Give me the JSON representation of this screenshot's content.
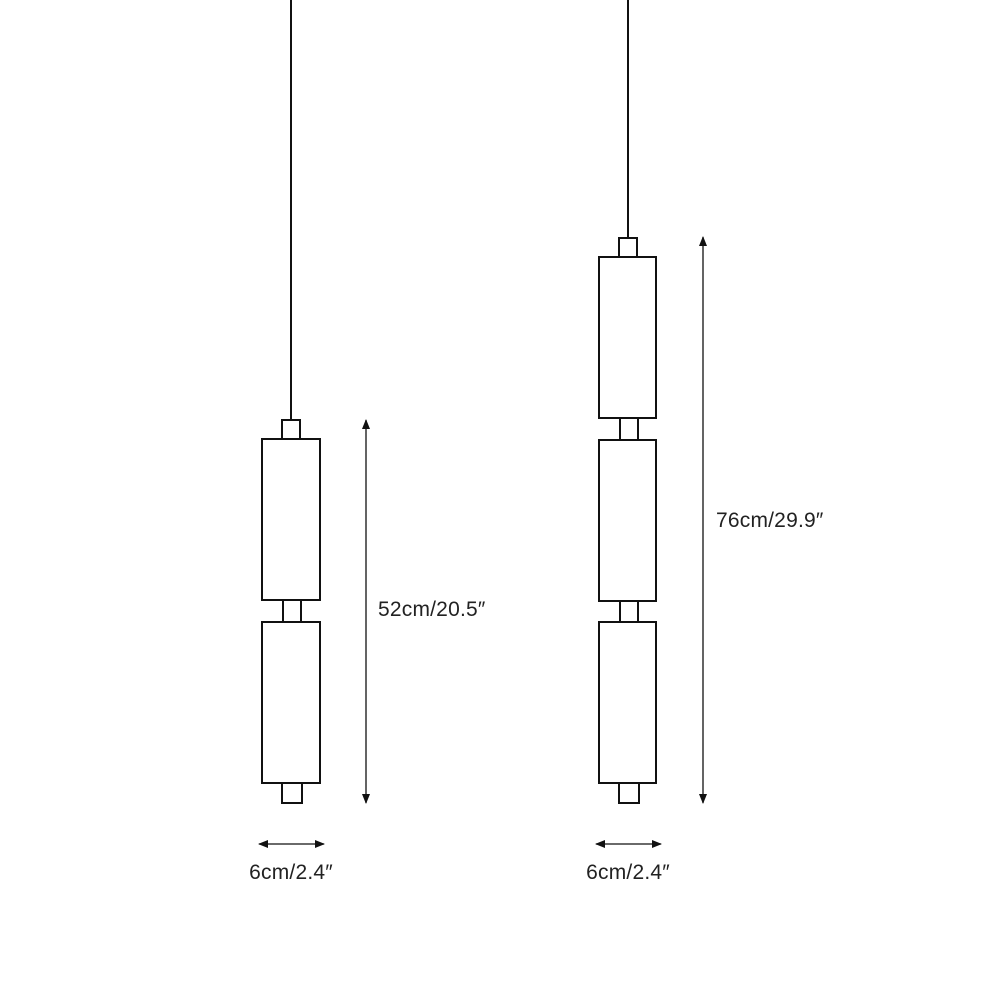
{
  "lamps": [
    {
      "height_label": "52cm/20.5″",
      "width_label": "6cm/2.4″",
      "segments": 2
    },
    {
      "height_label": "76cm/29.9″",
      "width_label": "6cm/2.4″",
      "segments": 3
    }
  ],
  "colors": {
    "line": "#111111",
    "background": "#ffffff"
  }
}
